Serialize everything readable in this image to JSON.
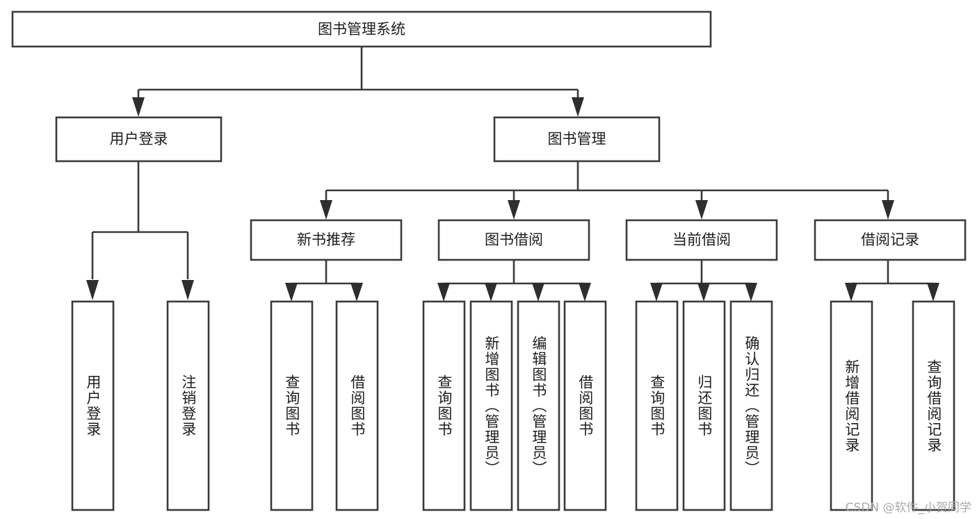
{
  "diagram": {
    "type": "tree",
    "title": "图书管理系统",
    "watermark": "CSDN @软件_小贺同学",
    "colors": {
      "box_stroke": "#3a3a3a",
      "box_fill": "#ffffff",
      "connector": "#3a3a3a",
      "text": "#1d1d1d",
      "watermark": "#a9a9a9",
      "background": "#ffffff"
    },
    "root": {
      "label": "图书管理系统",
      "orientation": "horizontal"
    },
    "level2": [
      {
        "label": "用户登录",
        "orientation": "horizontal"
      },
      {
        "label": "图书管理",
        "orientation": "horizontal"
      }
    ],
    "level3": [
      {
        "label": "新书推荐",
        "orientation": "horizontal",
        "parent": "图书管理"
      },
      {
        "label": "图书借阅",
        "orientation": "horizontal",
        "parent": "图书管理"
      },
      {
        "label": "当前借阅",
        "orientation": "horizontal",
        "parent": "图书管理"
      },
      {
        "label": "借阅记录",
        "orientation": "horizontal",
        "parent": "图书管理"
      }
    ],
    "leaves": {
      "用户登录": [
        {
          "label": "用户登录",
          "orientation": "vertical"
        },
        {
          "label": "注销登录",
          "orientation": "vertical"
        }
      ],
      "新书推荐": [
        {
          "label": "查询图书",
          "orientation": "vertical"
        },
        {
          "label": "借阅图书",
          "orientation": "vertical"
        }
      ],
      "图书借阅": [
        {
          "label": "查询图书",
          "orientation": "vertical"
        },
        {
          "label": "新增图书（管理员）",
          "orientation": "vertical"
        },
        {
          "label": "编辑图书（管理员）",
          "orientation": "vertical"
        },
        {
          "label": "借阅图书",
          "orientation": "vertical"
        }
      ],
      "当前借阅": [
        {
          "label": "查询图书",
          "orientation": "vertical"
        },
        {
          "label": "归还图书",
          "orientation": "vertical"
        },
        {
          "label": "确认归还（管理员）",
          "orientation": "vertical"
        }
      ],
      "借阅记录": [
        {
          "label": "新增借阅记录",
          "orientation": "vertical"
        },
        {
          "label": "查询借阅记录",
          "orientation": "vertical"
        }
      ]
    }
  }
}
